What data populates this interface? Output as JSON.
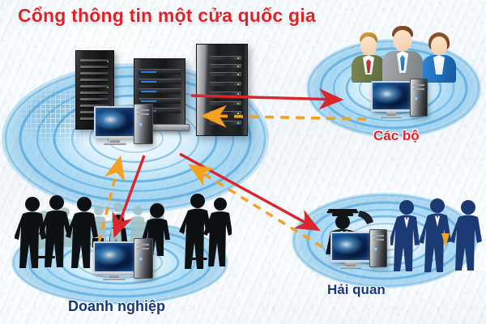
{
  "poster": {
    "title": "Cổng thông tin một cửa quốc gia",
    "title_color": "#e22028",
    "background_description": "icy white-blue marbled texture"
  },
  "nodes": [
    {
      "id": "hub",
      "label": "",
      "role": "central national single-window portal hub",
      "devices": [
        "server-rack",
        "tower-server",
        "server-cabinet",
        "desktop-monitor",
        "pc-tower"
      ]
    },
    {
      "id": "cacbo",
      "label": "Các bộ",
      "label_color": "#e22028",
      "role": "ministries / government agencies",
      "figures": [
        {
          "suit": "#6f7a4a",
          "tie": "#c8312c",
          "hair": "#c8913f",
          "name": "official-green-suit"
        },
        {
          "suit": "#8c9196",
          "tie": "#2f7fd0",
          "hair": "#7a4a26",
          "name": "official-gray-suit"
        },
        {
          "suit": "#1f6fc4",
          "tie": "#ffffff",
          "hair": "#8a4b2a",
          "name": "official-blue-suit"
        }
      ],
      "devices": [
        "desktop-monitor",
        "pc-tower"
      ]
    },
    {
      "id": "haiquan",
      "label": "Hải quan",
      "label_color": "#16377c",
      "role": "customs",
      "figures_color": "#1b3a73",
      "devices": [
        "desktop-monitor",
        "pc-tower"
      ]
    },
    {
      "id": "doanhnghiep",
      "label": "Doanh nghiệp",
      "label_color": "#16377c",
      "role": "enterprises / businesses",
      "figures_color": "#111418",
      "devices": [
        "desktop-monitor",
        "pc-tower"
      ]
    }
  ],
  "flows": [
    {
      "name": "hub-to-cacbo",
      "from": "hub",
      "to": "cacbo",
      "style": "solid",
      "color": "#d8262c"
    },
    {
      "name": "cacbo-to-hub",
      "from": "cacbo",
      "to": "hub",
      "style": "dashed",
      "color": "#f5a01e"
    },
    {
      "name": "hub-to-haiquan",
      "from": "hub",
      "to": "haiquan",
      "style": "solid",
      "color": "#d8262c"
    },
    {
      "name": "haiquan-to-hub",
      "from": "haiquan",
      "to": "hub",
      "style": "dashed",
      "color": "#f5a01e"
    },
    {
      "name": "hub-to-doanhnghiep",
      "from": "hub",
      "to": "doanhnghiep",
      "style": "solid",
      "color": "#d8262c"
    },
    {
      "name": "doanhnghiep-to-hub",
      "from": "doanhnghiep",
      "to": "hub",
      "style": "dashed",
      "color": "#f5a01e"
    }
  ],
  "palette": {
    "red": "#d8262c",
    "orange": "#f5a01e",
    "ripple_blue": "#2b91d4",
    "navy": "#16377c"
  }
}
